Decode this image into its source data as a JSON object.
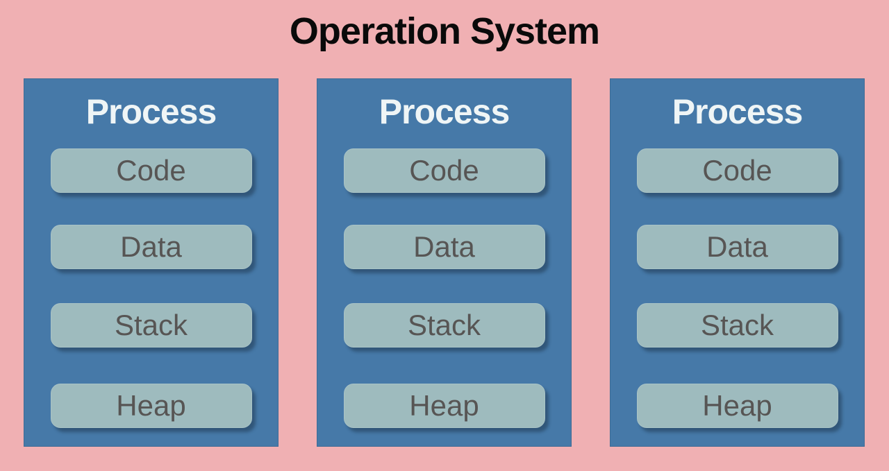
{
  "title": "Operation System",
  "colors": {
    "background": "#f0b0b3",
    "process_box": "#4679a8",
    "process_title_text": "#eff5f6",
    "memory_box": "#9ebbbe",
    "memory_text": "#575554",
    "title_text": "#0a0a0a",
    "shadow": "rgba(25,45,65,0.45)"
  },
  "processes": [
    {
      "title": "Process",
      "sections": [
        "Code",
        "Data",
        "Stack",
        "Heap"
      ]
    },
    {
      "title": "Process",
      "sections": [
        "Code",
        "Data",
        "Stack",
        "Heap"
      ]
    },
    {
      "title": "Process",
      "sections": [
        "Code",
        "Data",
        "Stack",
        "Heap"
      ]
    }
  ]
}
